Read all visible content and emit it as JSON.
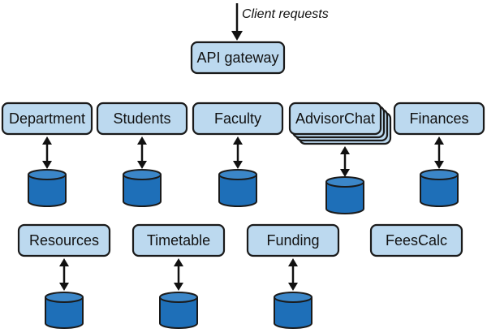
{
  "diagram": {
    "client_requests": "Client requests",
    "gateway": "API gateway",
    "services": {
      "department": "Department",
      "students": "Students",
      "faculty": "Faculty",
      "advisorchat": "AdvisorChat",
      "finances": "Finances",
      "resources": "Resources",
      "timetable": "Timetable",
      "funding": "Funding",
      "feescalc": "FeesCalc"
    }
  }
}
